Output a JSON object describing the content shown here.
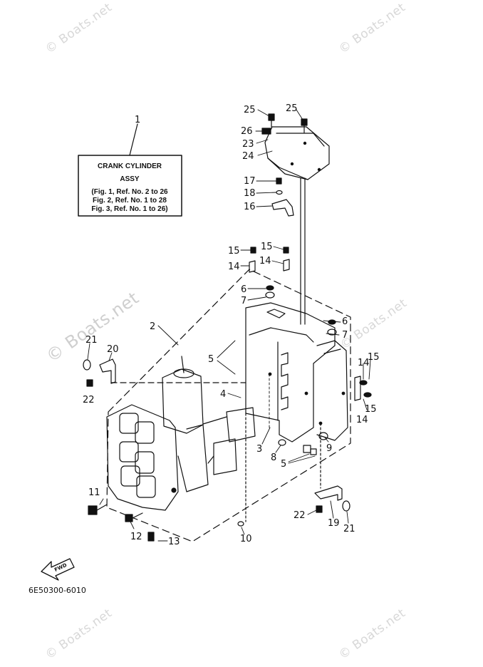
{
  "assembly_label": {
    "ref": "1",
    "title_line1": "CRANK CYLINDER",
    "title_line2": "ASSY",
    "refs": [
      "(Fig. 1, Ref. No. 2 to 26",
      "Fig. 2, Ref. No. 1 to 28",
      "Fig. 3, Ref. No. 1 to 26)"
    ]
  },
  "callouts": {
    "c25a": "25",
    "c25b": "25",
    "c26": "26",
    "c23": "23",
    "c24": "24",
    "c17": "17",
    "c18": "18",
    "c16": "16",
    "c15a": "15",
    "c15b": "15",
    "c14a": "14",
    "c14b": "14",
    "c6a": "6",
    "c7a": "7",
    "c6b": "6",
    "c7b": "7",
    "c2": "2",
    "c21a": "21",
    "c20": "20",
    "c22a": "22",
    "c5a": "5",
    "c4": "4",
    "c3": "3",
    "c8": "8",
    "c5b": "5",
    "c9": "9",
    "c14c": "14",
    "c15c": "15",
    "c15d": "15",
    "c14d": "14",
    "c11": "11",
    "c12": "12",
    "c13": "13",
    "c10": "10",
    "c22b": "22",
    "c19": "19",
    "c21b": "21"
  },
  "fwd_label": "FWD",
  "part_code": "6E50300-6010",
  "watermark": "© Boats.net",
  "icons": [
    "fwd-arrow-icon"
  ]
}
